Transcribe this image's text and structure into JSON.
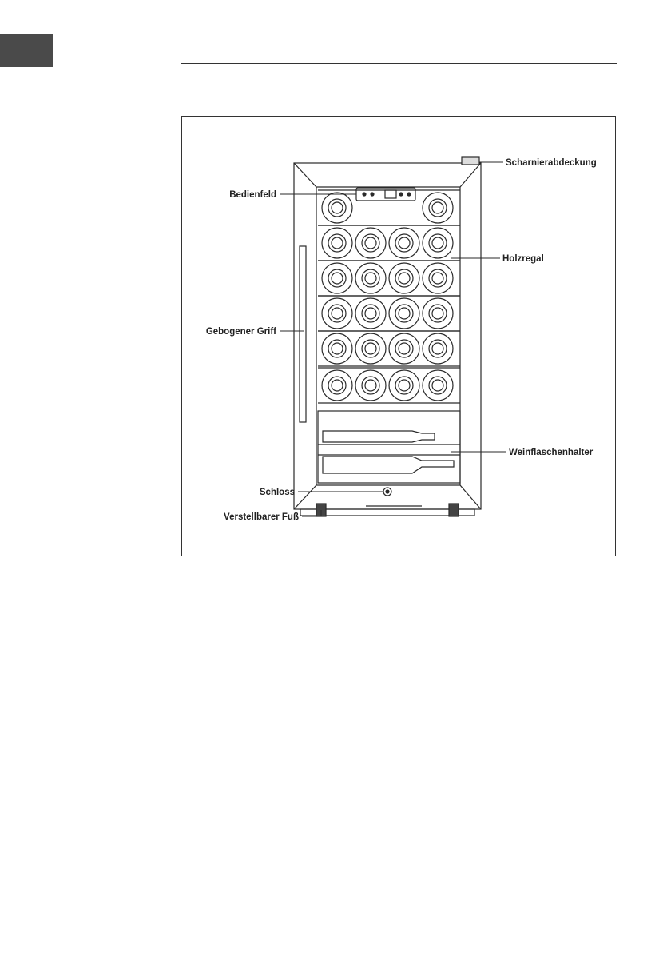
{
  "labels": {
    "hinge_cover": "Scharnierabdeckung",
    "control_panel": "Bedienfeld",
    "wooden_shelf": "Holzregal",
    "curved_handle": "Gebogener Griff",
    "bottle_holder": "Weinflaschenhalter",
    "lock": "Schloss",
    "adjustable_foot": "Verstellbarer Fuß"
  },
  "colors": {
    "line": "#2a2a2a",
    "tab": "#4a4a4a"
  }
}
